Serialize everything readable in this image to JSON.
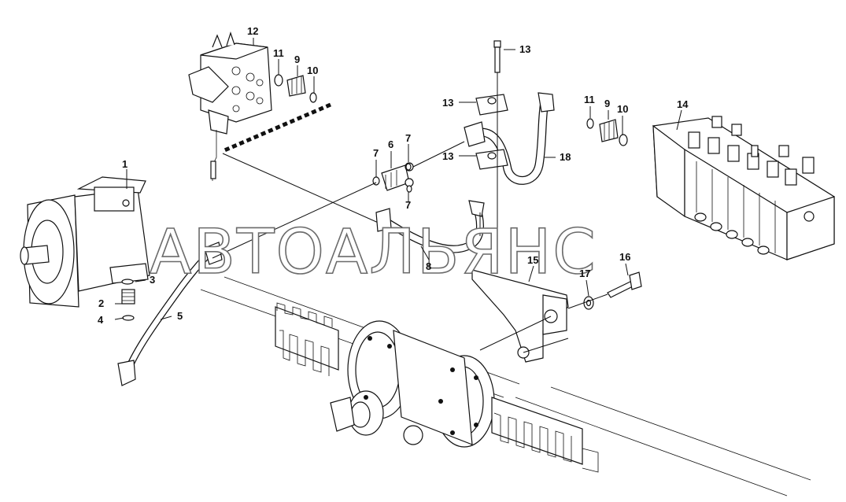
{
  "watermark": "АВТОАЛЬЯНС",
  "callouts": [
    {
      "id": "c1",
      "text": "1"
    },
    {
      "id": "c2",
      "text": "2"
    },
    {
      "id": "c3",
      "text": "3"
    },
    {
      "id": "c4",
      "text": "4"
    },
    {
      "id": "c5",
      "text": "5"
    },
    {
      "id": "c6",
      "text": "6"
    },
    {
      "id": "c7a",
      "text": "7"
    },
    {
      "id": "c7b",
      "text": "7"
    },
    {
      "id": "c7c",
      "text": "7"
    },
    {
      "id": "c8",
      "text": "8"
    },
    {
      "id": "c9a",
      "text": "9"
    },
    {
      "id": "c9b",
      "text": "9"
    },
    {
      "id": "c10a",
      "text": "10"
    },
    {
      "id": "c10b",
      "text": "10"
    },
    {
      "id": "c11a",
      "text": "11"
    },
    {
      "id": "c11b",
      "text": "11"
    },
    {
      "id": "c12",
      "text": "12"
    },
    {
      "id": "c13a",
      "text": "13"
    },
    {
      "id": "c13b",
      "text": "13"
    },
    {
      "id": "c13c",
      "text": "13"
    },
    {
      "id": "c14",
      "text": "14"
    },
    {
      "id": "c15",
      "text": "15"
    },
    {
      "id": "c16",
      "text": "16"
    },
    {
      "id": "c17",
      "text": "17"
    },
    {
      "id": "c18",
      "text": "18"
    }
  ]
}
